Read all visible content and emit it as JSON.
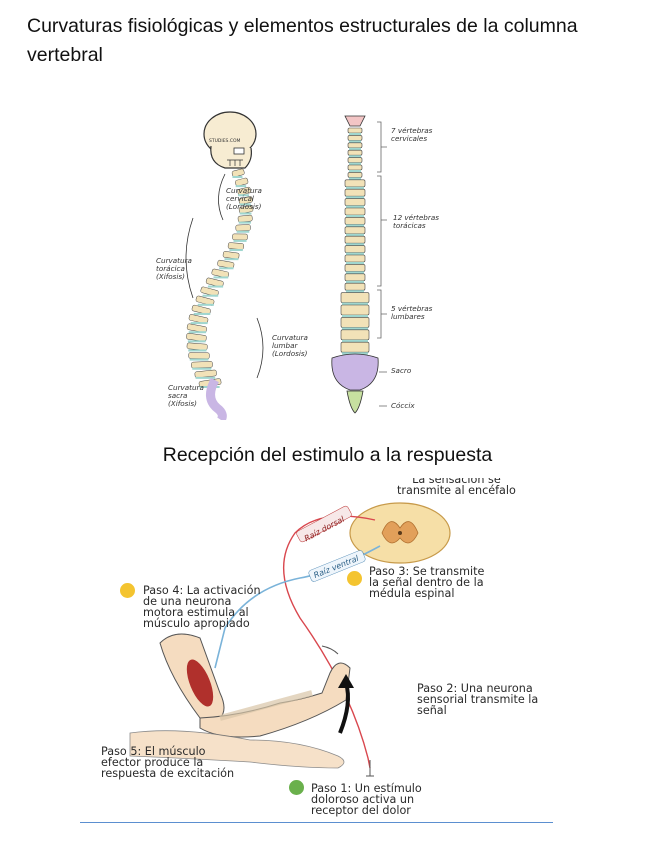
{
  "document": {
    "title": "Curvaturas fisiológicas y elementos estructurales de la columna vertebral",
    "subtitle": "Recepción del estimulo a la respuesta"
  },
  "spine_figure": {
    "skull_label": "STUDIES.COM",
    "labels": {
      "cervical_curve": [
        "Curvatura",
        "cervical",
        "(Lordosis)"
      ],
      "thoracic_curve": [
        "Curvatura",
        "torácica",
        "(Xifosis)"
      ],
      "lumbar_curve": [
        "Curvatura",
        "lumbar",
        "(Lordosis)"
      ],
      "sacral_curve": [
        "Curvatura",
        "sacra",
        "(Xifosis)"
      ],
      "cervical_vertebrae": [
        "7 vértebras",
        "cervicales"
      ],
      "thoracic_vertebrae": [
        "12 vértebras",
        "torácicas"
      ],
      "lumbar_vertebrae": [
        "5 vértebras",
        "lumbares"
      ],
      "sacrum": "Sacro",
      "coccyx": "Cóccix"
    },
    "colors": {
      "vertebra": "#f2e2b8",
      "disc": "#9fd6cf",
      "sacrum": "#c9b6e4",
      "coccyx": "#c7e0a0",
      "atlas": "#f3c5c5"
    }
  },
  "reflex_figure": {
    "top_text": [
      "La sensación se",
      "transmite al encéfalo"
    ],
    "dorsal_root": "Raíz dorsal",
    "ventral_root": "Raíz ventral",
    "step1": [
      "Paso 1: Un estímulo",
      "doloroso activa un",
      "receptor del dolor"
    ],
    "step2": [
      "Paso 2: Una neurona",
      "sensorial transmite la",
      "señal"
    ],
    "step3": [
      "Paso 3: Se transmite",
      "la señal dentro de la",
      "médula espinal"
    ],
    "step4": [
      "Paso 4: La activación",
      "de una neurona",
      "motora estimula al",
      "músculo apropiado"
    ],
    "step5": [
      "Paso 5: El músculo",
      "efector produce la",
      "respuesta de excitación"
    ],
    "colors": {
      "sensory_path": "#d9474e",
      "motor_path": "#7ab3d9",
      "dot_yellow": "#f4c430",
      "dot_green": "#6ab04c",
      "muscle": "#b0302c",
      "skin": "#f5dcc0"
    }
  }
}
